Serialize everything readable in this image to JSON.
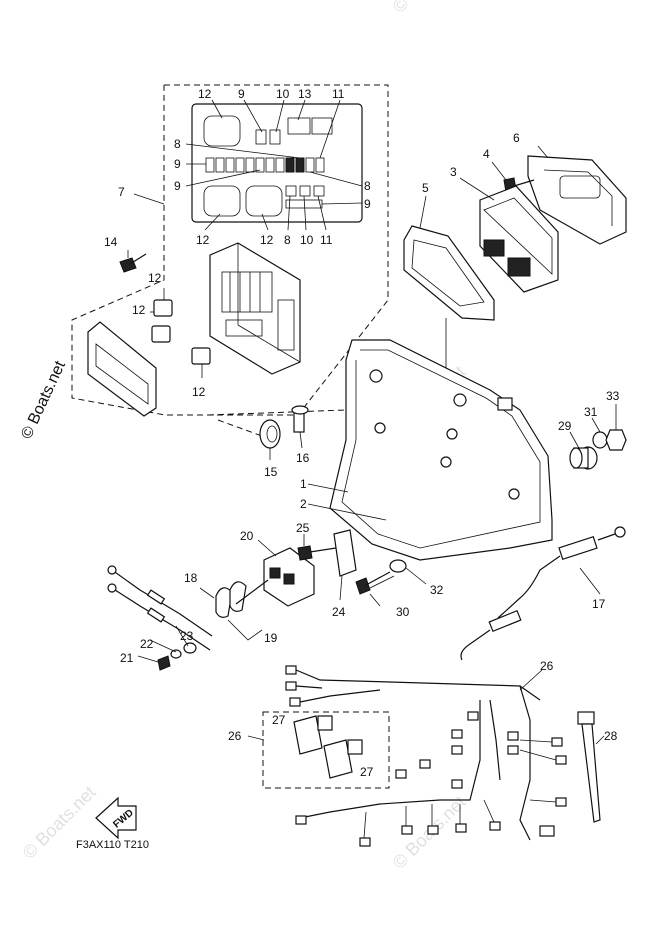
{
  "diagram": {
    "code": "F3AX110 T210",
    "direction_label": "FWD",
    "watermark": "© Boats.net",
    "callouts": [
      {
        "id": "c-12a",
        "text": "12"
      },
      {
        "id": "c-9a",
        "text": "9"
      },
      {
        "id": "c-10a",
        "text": "10"
      },
      {
        "id": "c-13",
        "text": "13"
      },
      {
        "id": "c-11a",
        "text": "11"
      },
      {
        "id": "c-8a",
        "text": "8"
      },
      {
        "id": "c-9b",
        "text": "9"
      },
      {
        "id": "c-9c",
        "text": "9"
      },
      {
        "id": "c-8b",
        "text": "8"
      },
      {
        "id": "c-9d",
        "text": "9"
      },
      {
        "id": "c-7",
        "text": "7"
      },
      {
        "id": "c-12b",
        "text": "12"
      },
      {
        "id": "c-12c",
        "text": "12"
      },
      {
        "id": "c-8c",
        "text": "8"
      },
      {
        "id": "c-10b",
        "text": "10"
      },
      {
        "id": "c-11b",
        "text": "11"
      },
      {
        "id": "c-6",
        "text": "6"
      },
      {
        "id": "c-4",
        "text": "4"
      },
      {
        "id": "c-3",
        "text": "3"
      },
      {
        "id": "c-5",
        "text": "5"
      },
      {
        "id": "c-14",
        "text": "14"
      },
      {
        "id": "c-12d",
        "text": "12"
      },
      {
        "id": "c-12e",
        "text": "12"
      },
      {
        "id": "c-12f",
        "text": "12"
      },
      {
        "id": "c-33",
        "text": "33"
      },
      {
        "id": "c-31",
        "text": "31"
      },
      {
        "id": "c-29",
        "text": "29"
      },
      {
        "id": "c-15",
        "text": "15"
      },
      {
        "id": "c-16",
        "text": "16"
      },
      {
        "id": "c-1",
        "text": "1"
      },
      {
        "id": "c-2",
        "text": "2"
      },
      {
        "id": "c-25",
        "text": "25"
      },
      {
        "id": "c-20",
        "text": "20"
      },
      {
        "id": "c-18",
        "text": "18"
      },
      {
        "id": "c-19",
        "text": "19"
      },
      {
        "id": "c-23",
        "text": "23"
      },
      {
        "id": "c-22",
        "text": "22"
      },
      {
        "id": "c-21",
        "text": "21"
      },
      {
        "id": "c-24",
        "text": "24"
      },
      {
        "id": "c-32",
        "text": "32"
      },
      {
        "id": "c-30",
        "text": "30"
      },
      {
        "id": "c-17",
        "text": "17"
      },
      {
        "id": "c-26a",
        "text": "26"
      },
      {
        "id": "c-26b",
        "text": "26"
      },
      {
        "id": "c-27a",
        "text": "27"
      },
      {
        "id": "c-27b",
        "text": "27"
      },
      {
        "id": "c-28",
        "text": "28"
      }
    ]
  }
}
